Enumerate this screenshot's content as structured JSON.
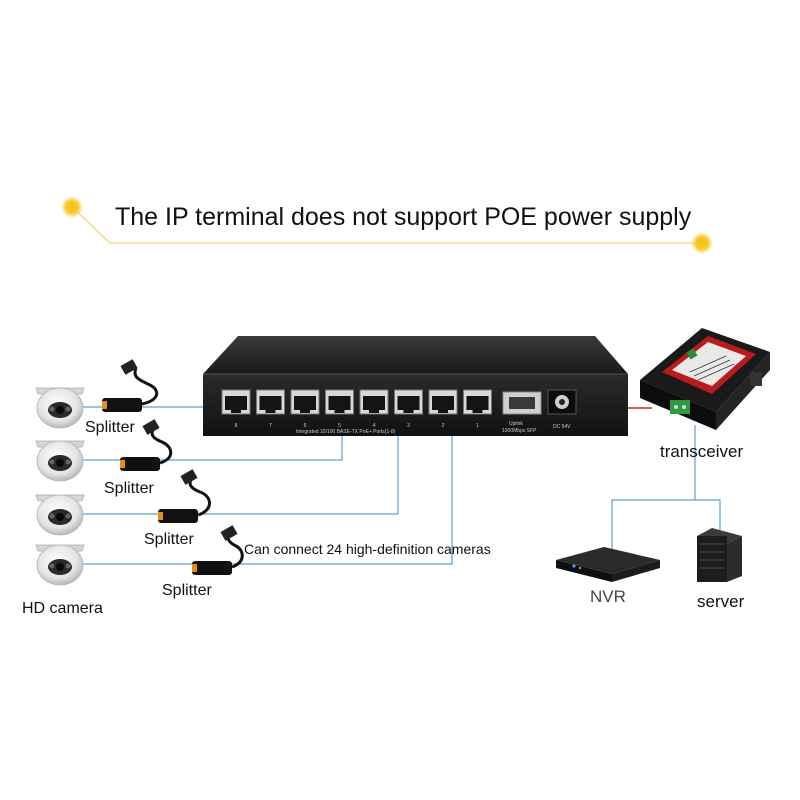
{
  "headline": "The IP terminal does not support POE power supply",
  "switch": {
    "port_numbers": [
      "8",
      "7",
      "6",
      "5",
      "4",
      "3",
      "2",
      "1"
    ],
    "ports_caption": "Integrated 10/100 BASE-TX PoE+ Ports(1-8)",
    "uplink_label": "Uplink",
    "sfp_label": "1000Mbps SFP",
    "dc_label": "DC 54V"
  },
  "splitter_label": "Splitter",
  "camera_label": "HD camera",
  "note": "Can connect 24 high-definition cameras",
  "transceiver_label": "transceiver",
  "nvr_label": "NVR",
  "server_label": "server",
  "colors": {
    "wire": "#5aa0d8",
    "accent_gold": "#f5c518",
    "red_wire": "#d9241c",
    "switch_body": "#1f1f1f"
  }
}
